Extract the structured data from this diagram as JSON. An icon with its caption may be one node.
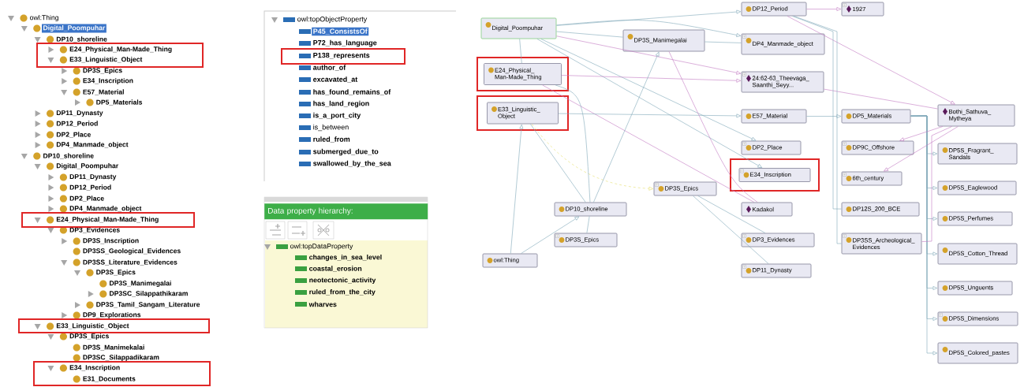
{
  "diagram": {
    "nodes": [
      {
        "text": [
          "E24_Physical_Man-Made_Thing",
          "E33_Linguistic_Object"
        ]
      },
      {
        "text": [
          "E24_Physical_Man-Made_Thing"
        ]
      },
      {
        "text": [
          "E33_Linguistic_Object"
        ]
      },
      {
        "text": [
          "E34_Inscription",
          "E31_Documents"
        ]
      },
      {
        "text": [
          "P138_represents"
        ]
      },
      {
        "text": [
          "Data property hierarchy:"
        ]
      },
      {
        "text": [
          "Digital_Poompuhar"
        ]
      },
      {
        "text": [],
        "shape": "box"
      },
      {
        "text": [
          "E24_Physical_Man-Made_Thing"
        ],
        "in": 7
      },
      {
        "text": [],
        "shape": "box"
      },
      {
        "text": [
          "E33_Linguistic_Object"
        ],
        "in": 9
      },
      {
        "text": [
          "DP3S_Manimegalai"
        ]
      },
      {
        "text": [
          "DP3S_Epics"
        ]
      },
      {
        "text": [
          "DP10_shoreline"
        ]
      },
      {
        "text": [
          "DP3S_Epics"
        ]
      },
      {
        "text": [
          "owl:Thing"
        ]
      },
      {
        "text": [
          "DP12_Period"
        ]
      },
      {
        "text": [
          "1927"
        ]
      },
      {
        "text": [
          "DP4_Manmade_object"
        ]
      },
      {
        "text": [
          "24:62-63_Theevaga_Saanthi_Seyy..."
        ]
      },
      {
        "text": [
          "E57_Material"
        ]
      },
      {
        "text": [
          "DP2_Place"
        ]
      },
      {
        "text": [],
        "shape": "box"
      },
      {
        "text": [
          "E34_Inscription"
        ],
        "in": 22
      },
      {
        "text": [
          "Kadakol"
        ]
      },
      {
        "text": [
          "DP3_Evidences"
        ]
      },
      {
        "text": [
          "DP11_Dynasty"
        ]
      },
      {
        "text": [
          "DP5_Materials"
        ]
      },
      {
        "text": [
          "DP9C_Offshore"
        ]
      },
      {
        "text": [
          "6th_century"
        ]
      },
      {
        "text": [
          "DP12S_200_BCE"
        ]
      },
      {
        "text": [
          "DP3SS_Archeological_Evidences"
        ]
      },
      {
        "text": [
          "Bothi_Sathuva_Mytheya"
        ]
      },
      {
        "text": [
          "DP5S_Fragrant_Sandals"
        ]
      },
      {
        "text": [
          "DP5S_Eaglewood"
        ]
      },
      {
        "text": [
          "DP5S_Perfumes"
        ]
      },
      {
        "text": [
          "DP5S_Cotton_Thread"
        ]
      },
      {
        "text": [
          "DP5S_Unguents"
        ]
      },
      {
        "text": [
          "DP5S_Dimensions"
        ]
      },
      {
        "text": [
          "DP5S_Colored_pastes"
        ]
      }
    ],
    "edges": [
      {
        "from": 6,
        "to": 16,
        "arrow": "to"
      },
      {
        "from": 6,
        "to": 18,
        "arrow": "to"
      },
      {
        "from": 6,
        "to": 19,
        "arrow": "to",
        "color": "#c27bc2"
      },
      {
        "from": 6,
        "to": 8,
        "arrow": "none"
      },
      {
        "from": 6,
        "to": 11,
        "arrow": "none"
      },
      {
        "from": 6,
        "to": 21,
        "arrow": "to"
      },
      {
        "from": 6,
        "to": 23,
        "arrow": "to"
      },
      {
        "from": 8,
        "to": 19,
        "arrow": "to",
        "color": "#c27bc2"
      },
      {
        "from": 8,
        "to": 24,
        "arrow": "none",
        "color": "#c27bc2"
      },
      {
        "from": 10,
        "to": 20,
        "arrow": "to"
      },
      {
        "from": 10,
        "to": 12,
        "arrow": "to",
        "style": "dashed",
        "color": "#e6df6e"
      },
      {
        "from": 15,
        "to": 10,
        "arrow": "to"
      },
      {
        "from": 15,
        "to": 13,
        "arrow": "to"
      },
      {
        "from": 13,
        "to": 8,
        "arrow": "none"
      },
      {
        "from": 13,
        "to": 10,
        "arrow": "none"
      },
      {
        "from": 13,
        "to": 11,
        "arrow": "to"
      },
      {
        "from": 14,
        "to": 13,
        "arrow": "none"
      },
      {
        "from": 12,
        "to": 25,
        "arrow": "none"
      },
      {
        "from": 12,
        "to": 26,
        "arrow": "none"
      },
      {
        "from": 11,
        "to": 18,
        "arrow": "none"
      },
      {
        "from": 11,
        "to": 24,
        "arrow": "none",
        "color": "#c27bc2"
      },
      {
        "from": 20,
        "to": 27,
        "arrow": "to"
      },
      {
        "from": 16,
        "to": 17,
        "arrow": "to",
        "color": "#c27bc2"
      },
      {
        "from": 16,
        "to": 32,
        "arrow": "to",
        "color": "#c27bc2"
      },
      {
        "from": 19,
        "to": 32,
        "arrow": "none",
        "color": "#c27bc2"
      },
      {
        "from": 16,
        "to": 30,
        "arrow": "none"
      },
      {
        "from": 16,
        "to": 31,
        "arrow": "none"
      },
      {
        "from": 27,
        "to": 33,
        "arrow": "to"
      },
      {
        "from": 27,
        "to": 34,
        "arrow": "to"
      },
      {
        "from": 27,
        "to": 35,
        "arrow": "to"
      },
      {
        "from": 27,
        "to": 36,
        "arrow": "to"
      },
      {
        "from": 27,
        "to": 37,
        "arrow": "to"
      },
      {
        "from": 27,
        "to": 38,
        "arrow": "to"
      },
      {
        "from": 27,
        "to": 39,
        "arrow": "to"
      },
      {
        "from": 32,
        "to": 28,
        "arrow": "to",
        "color": "#c27bc2"
      },
      {
        "from": 32,
        "to": 29,
        "arrow": "to",
        "color": "#c27bc2"
      },
      {
        "from": 32,
        "to": 31,
        "arrow": "none",
        "color": "#c27bc2"
      }
    ],
    "labels": [
      "owl:Thing",
      "Digital_Poompuhar",
      "DP10_shoreline",
      "DP3S_Epics",
      "E34_Inscription",
      "E57_Material",
      "DP5_Materials",
      "DP11_Dynasty",
      "DP12_Period",
      "DP2_Place",
      "DP4_Manmade_object",
      "DP10_shoreline",
      "Digital_Poompuhar",
      "DP11_Dynasty",
      "DP12_Period",
      "DP2_Place",
      "DP4_Manmade_object",
      "DP3_Evidences",
      "DP3S_Inscription",
      "DP3SS_Geological_Evidences",
      "DP3SS_Literature_Evidences",
      "DP3S_Epics",
      "DP3S_Manimegalai",
      "DP3SC_Silappathikaram",
      "DP3S_Tamil_Sangam_Literature",
      "DP9_Explorations",
      "DP3S_Epics",
      "DP3S_Manimekalai",
      "DP3SC_Silappadikaram",
      "owl:topObjectProperty",
      "P45_ConsistsOf",
      "P72_has_language",
      "author_of",
      "excavated_at",
      "has_found_remains_of",
      "has_land_region",
      "is_a_port_city",
      "is_between",
      "ruled_from",
      "submerged_due_to",
      "swallowed_by_the_sea",
      "owl:topDataProperty",
      "changes_in_sea_level",
      "coastal_erosion",
      "neotectonic_activity",
      "ruled_from_the_city",
      "wharves"
    ]
  }
}
